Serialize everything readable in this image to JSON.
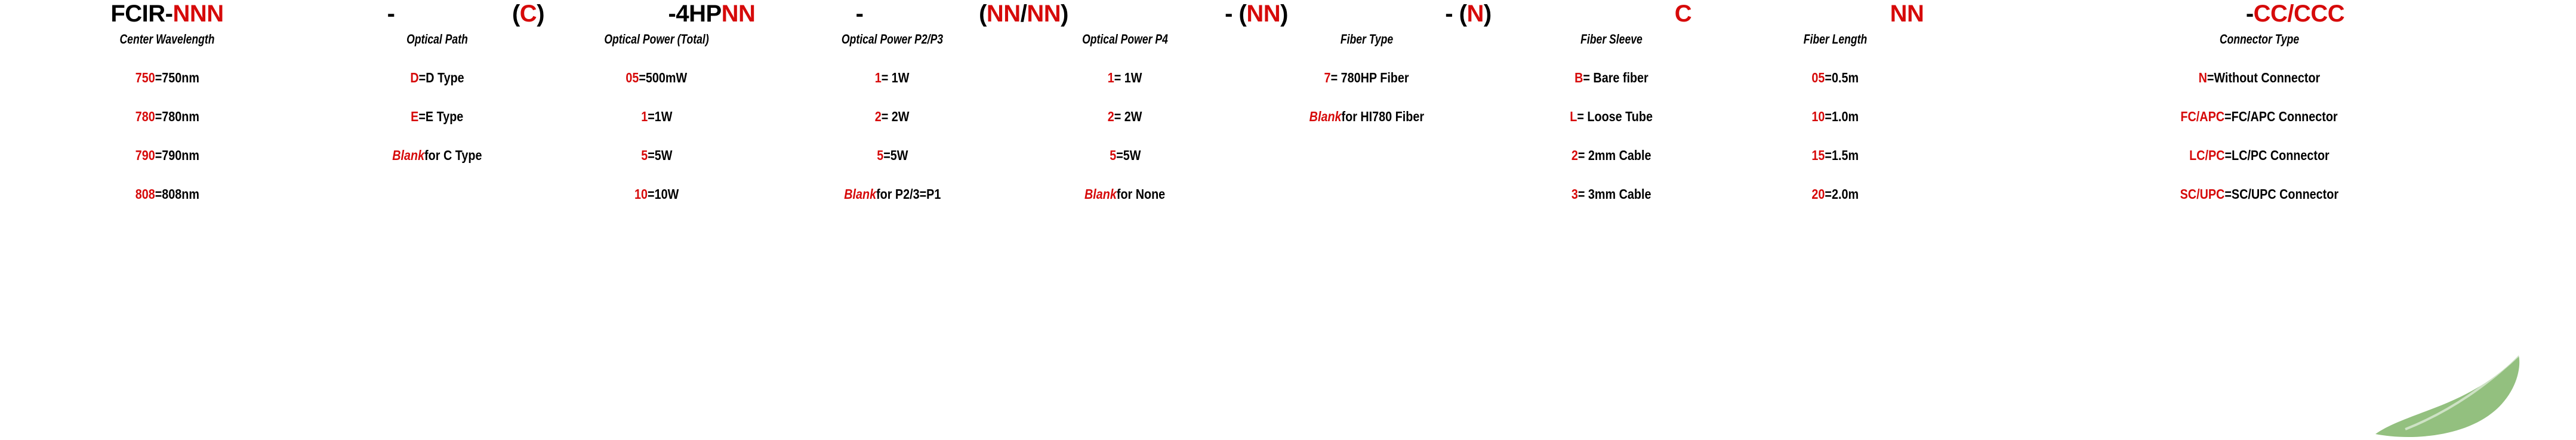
{
  "part_number": {
    "segments": [
      {
        "name": "prefix",
        "parts": [
          {
            "t": "FCIR-",
            "c": "black"
          },
          {
            "t": "NNN",
            "c": "red"
          }
        ]
      },
      {
        "name": "dash-1",
        "parts": [
          {
            "t": "-",
            "c": "black"
          }
        ]
      },
      {
        "name": "optical-path",
        "parts": [
          {
            "t": "(",
            "c": "black"
          },
          {
            "t": "C",
            "c": "red"
          },
          {
            "t": ")",
            "c": "black"
          }
        ]
      },
      {
        "name": "optical-power",
        "parts": [
          {
            "t": "-4HP",
            "c": "black"
          },
          {
            "t": "NN",
            "c": "red"
          }
        ]
      },
      {
        "name": "dash-2",
        "parts": [
          {
            "t": "-",
            "c": "black"
          }
        ]
      },
      {
        "name": "power-p2-p3",
        "parts": [
          {
            "t": "(",
            "c": "black"
          },
          {
            "t": "NN",
            "c": "red"
          },
          {
            "t": "/",
            "c": "black"
          },
          {
            "t": "NN",
            "c": "red"
          },
          {
            "t": ")",
            "c": "black"
          }
        ]
      },
      {
        "name": "power-p4",
        "parts": [
          {
            "t": "- (",
            "c": "black"
          },
          {
            "t": "NN",
            "c": "red"
          },
          {
            "t": ")",
            "c": "black"
          }
        ]
      },
      {
        "name": "fiber-type",
        "parts": [
          {
            "t": "- (",
            "c": "black"
          },
          {
            "t": "N",
            "c": "red"
          },
          {
            "t": ")",
            "c": "black"
          }
        ]
      },
      {
        "name": "fiber-sleeve",
        "parts": [
          {
            "t": "C",
            "c": "red"
          }
        ]
      },
      {
        "name": "fiber-length",
        "parts": [
          {
            "t": "NN",
            "c": "red"
          }
        ]
      },
      {
        "name": "connector-type",
        "parts": [
          {
            "t": "- ",
            "c": "black"
          },
          {
            "t": "CC/CCC",
            "c": "red"
          }
        ]
      }
    ]
  },
  "colors": {
    "red": "#d60a0a",
    "black": "#000000",
    "leaf_green": "#6aa84f"
  },
  "columns": [
    {
      "id": "center-wavelength",
      "label": "Center Wavelength",
      "width": "w1",
      "rows": [
        {
          "code": "750",
          "blank": false,
          "desc": "=750nm"
        },
        {
          "code": "780",
          "blank": false,
          "desc": "=780nm"
        },
        {
          "code": "790",
          "blank": false,
          "desc": "=790nm"
        },
        {
          "code": "808",
          "blank": false,
          "desc": "=808nm"
        }
      ]
    },
    {
      "id": "optical-path",
      "label": "Optical Path",
      "width": "w2",
      "rows": [
        {
          "code": "D",
          "blank": false,
          "desc": "=D Type"
        },
        {
          "code": "E",
          "blank": false,
          "desc": "=E Type"
        },
        {
          "code": "Blank",
          "blank": true,
          "desc": "for C Type"
        },
        {
          "code": "",
          "blank": false,
          "desc": "",
          "empty": true
        }
      ]
    },
    {
      "id": "optical-power-total",
      "label": "Optical Power (Total)",
      "width": "w3",
      "rows": [
        {
          "code": "05",
          "blank": false,
          "desc": "=500mW"
        },
        {
          "code": "1",
          "blank": false,
          "desc": "=1W"
        },
        {
          "code": "5",
          "blank": false,
          "desc": "=5W"
        },
        {
          "code": "10",
          "blank": false,
          "desc": "=10W"
        }
      ]
    },
    {
      "id": "optical-power-p2-p3",
      "label": "Optical Power P2/P3",
      "width": "w4",
      "rows": [
        {
          "code": "1",
          "blank": false,
          "desc": "= 1W"
        },
        {
          "code": "2",
          "blank": false,
          "desc": "= 2W"
        },
        {
          "code": "5",
          "blank": false,
          "desc": "=5W"
        },
        {
          "code": "Blank",
          "blank": true,
          "desc": "for P2/3=P1"
        }
      ]
    },
    {
      "id": "optical-power-p4",
      "label": "Optical Power P4",
      "width": "w5",
      "rows": [
        {
          "code": "1",
          "blank": false,
          "desc": "= 1W"
        },
        {
          "code": "2",
          "blank": false,
          "desc": "= 2W"
        },
        {
          "code": "5",
          "blank": false,
          "desc": "=5W"
        },
        {
          "code": "Blank",
          "blank": true,
          "desc": "for None"
        }
      ]
    },
    {
      "id": "fiber-type",
      "label": "Fiber Type",
      "width": "w6",
      "rows": [
        {
          "code": "7",
          "blank": false,
          "desc": "= 780HP Fiber"
        },
        {
          "code": "Blank",
          "blank": true,
          "desc": "for HI780 Fiber"
        },
        {
          "code": "",
          "blank": false,
          "desc": "",
          "empty": true
        },
        {
          "code": "",
          "blank": false,
          "desc": "",
          "empty": true
        }
      ]
    },
    {
      "id": "fiber-sleeve",
      "label": "Fiber Sleeve",
      "width": "w7",
      "rows": [
        {
          "code": "B",
          "blank": false,
          "desc": "= Bare fiber"
        },
        {
          "code": "L",
          "blank": false,
          "desc": "= Loose Tube"
        },
        {
          "code": "2",
          "blank": false,
          "desc": "= 2mm Cable"
        },
        {
          "code": "3",
          "blank": false,
          "desc": "= 3mm Cable"
        }
      ]
    },
    {
      "id": "fiber-length",
      "label": "Fiber Length",
      "width": "w8",
      "rows": [
        {
          "code": "05",
          "blank": false,
          "desc": "=0.5m"
        },
        {
          "code": "10",
          "blank": false,
          "desc": "=1.0m"
        },
        {
          "code": "15",
          "blank": false,
          "desc": "=1.5m"
        },
        {
          "code": "20",
          "blank": false,
          "desc": "=2.0m"
        }
      ]
    },
    {
      "id": "connector-type",
      "label": "Connector Type",
      "width": "w9",
      "rows": [
        {
          "code": "N",
          "blank": false,
          "desc": "=Without Connector"
        },
        {
          "code": "FC/APC",
          "blank": false,
          "desc": "=FC/APC Connector"
        },
        {
          "code": "LC/PC",
          "blank": false,
          "desc": "=LC/PC Connector"
        },
        {
          "code": "SC/UPC",
          "blank": false,
          "desc": "=SC/UPC Connector"
        }
      ]
    }
  ]
}
